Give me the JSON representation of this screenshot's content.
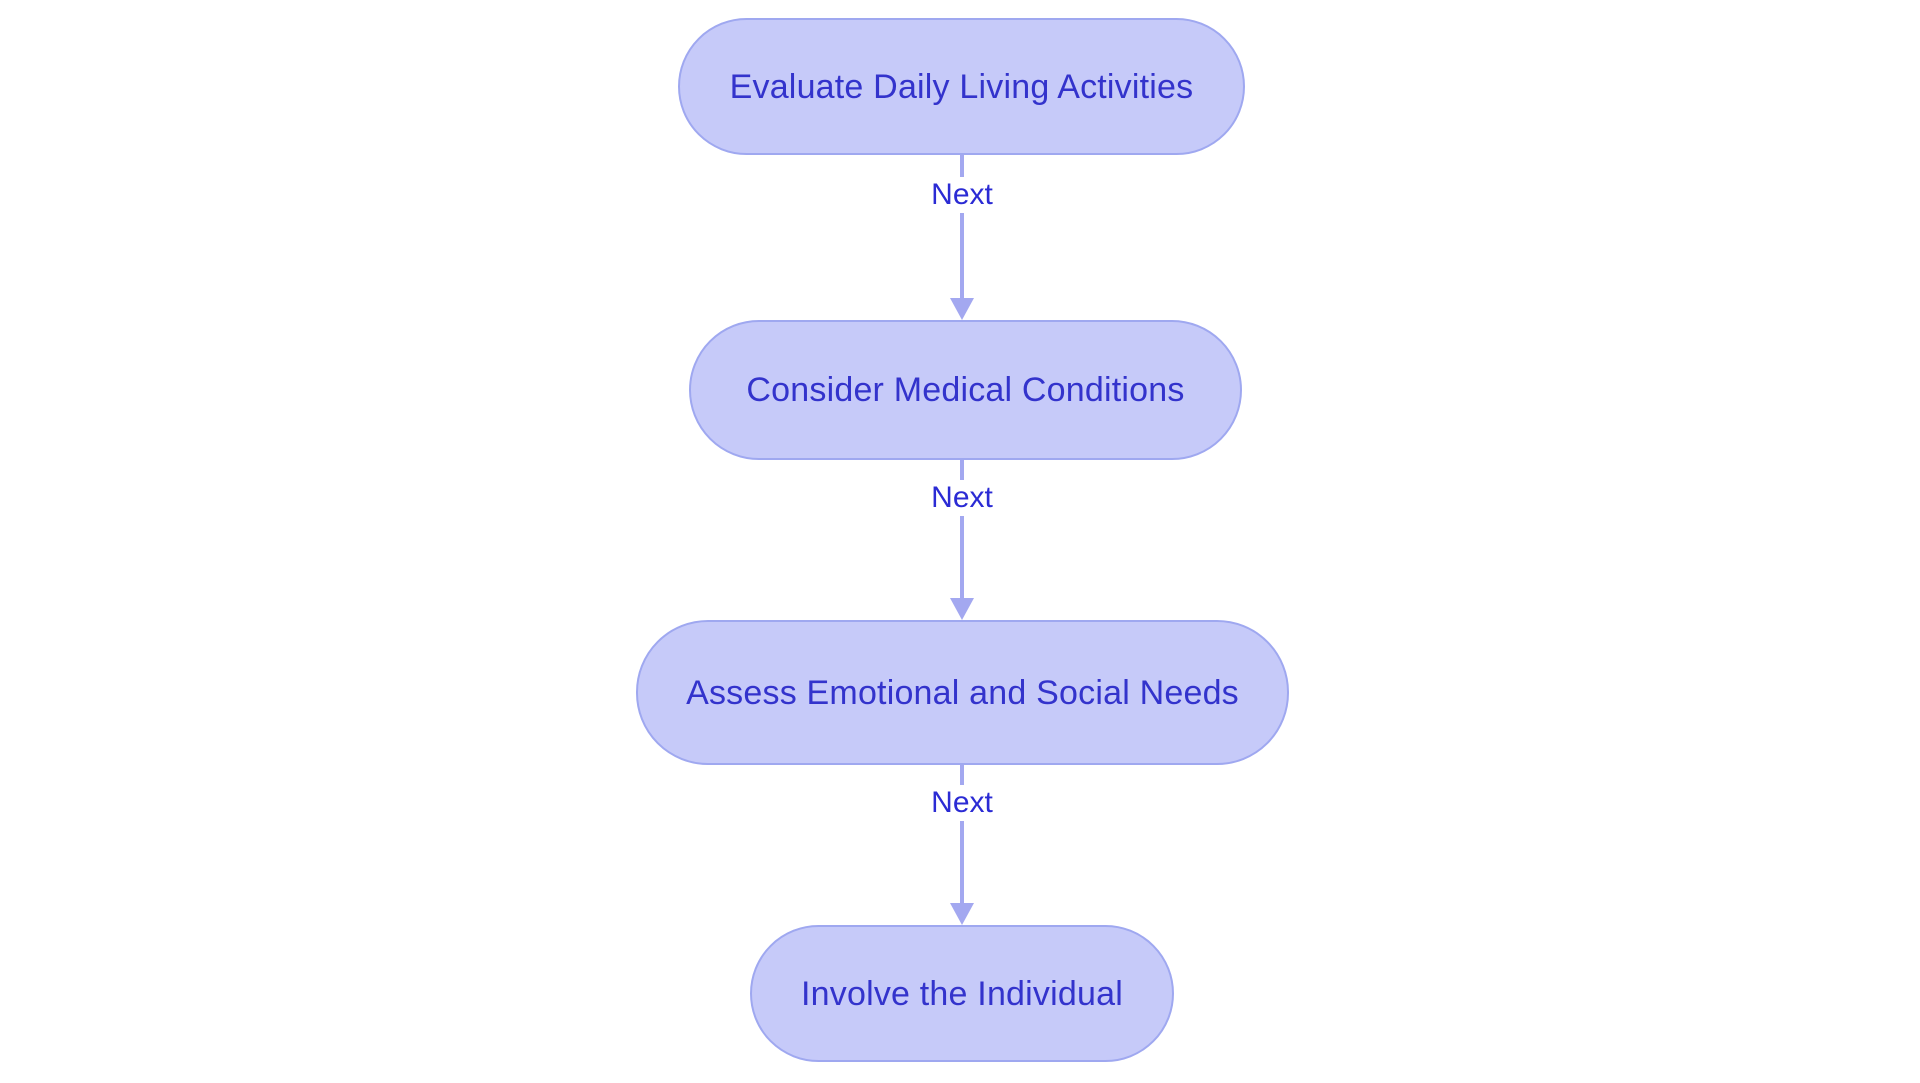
{
  "diagram": {
    "type": "flowchart",
    "orientation": "vertical-top-to-bottom",
    "background_color": "#ffffff",
    "node_fill_color": "#c6caf9",
    "node_border_color": "#9fa8f0",
    "node_text_color": "#3333cc",
    "edge_color": "#a3a8f0",
    "edge_label_color": "#2b2bd4",
    "nodes": [
      {
        "id": "n0",
        "label": "Evaluate Daily Living Activities",
        "shape": "stadium"
      },
      {
        "id": "n1",
        "label": "Consider Medical Conditions",
        "shape": "stadium"
      },
      {
        "id": "n2",
        "label": "Assess Emotional and Social Needs",
        "shape": "stadium"
      },
      {
        "id": "n3",
        "label": "Involve the Individual",
        "shape": "stadium"
      }
    ],
    "edges": [
      {
        "id": "e0",
        "from": "n0",
        "to": "n1",
        "label": "Next",
        "arrow": "down"
      },
      {
        "id": "e1",
        "from": "n1",
        "to": "n2",
        "label": "Next",
        "arrow": "down"
      },
      {
        "id": "e2",
        "from": "n2",
        "to": "n3",
        "label": "Next",
        "arrow": "down"
      }
    ]
  }
}
